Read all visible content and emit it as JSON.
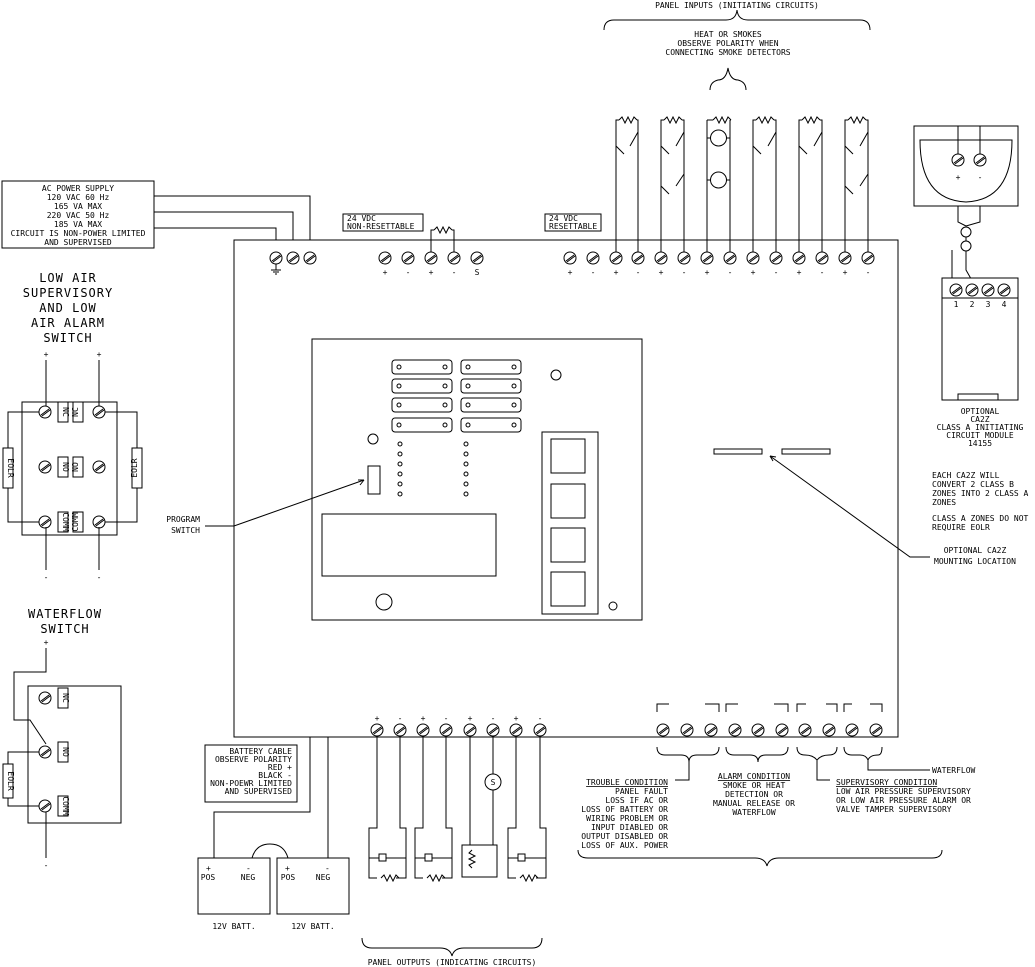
{
  "labels": {
    "panel_inputs": "PANEL INPUTS (INITIATING CIRCUITS)",
    "heat_smokes_1": "HEAT OR SMOKES",
    "heat_smokes_2": "OBSERVE POLARITY WHEN",
    "heat_smokes_3": "CONNECTING SMOKE DETECTORS",
    "ac_power": [
      "AC POWER SUPPLY",
      "120 VAC 60 Hz",
      "165 VA  MAX",
      "220 VAC 50 Hz",
      "185 VA  MAX",
      "CIRCUIT IS NON-POWER LIMITED",
      "AND SUPERVISED"
    ],
    "nonres_1": "24 VDC",
    "nonres_2": "NON-RESETTABLE",
    "res_1": "24 VDC",
    "res_2": "RESETTABLE",
    "low_air": [
      "LOW AIR",
      "SUPERVISORY",
      "AND LOW",
      "AIR ALARM",
      "SWITCH"
    ],
    "waterflow_switch": [
      "WATERFLOW",
      "SWITCH"
    ],
    "program_switch": [
      "PROGRAM",
      "SWITCH"
    ],
    "optional_ca2z_module": [
      "OPTIONAL",
      "CA2Z",
      "CLASS A INITIATING",
      "CIRCUIT MODULE",
      "14155"
    ],
    "ca2z_note": [
      "EACH CA2Z WILL",
      "CONVERT 2 CLASS B",
      "ZONES INTO 2 CLASS A",
      "ZONES"
    ],
    "class_a_note": [
      "CLASS A ZONES DO NOT",
      "REQUIRE EOLR"
    ],
    "optional_mount": [
      "OPTIONAL CA2Z",
      "MOUNTING LOCATION"
    ],
    "battery_cable": [
      "BATTERY CABLE",
      "OBSERVE POLARITY",
      "RED +",
      "BLACK -",
      "NON-POEWR LIMITED",
      "AND SUPERVISED"
    ],
    "trouble": [
      "TROUBLE CONDITION",
      "PANEL FAULT",
      "LOSS IF AC OR",
      "LOSS OF BATTERY OR",
      "WIRING PROBLEM OR",
      "INPUT DIABLED OR",
      "OUTPUT DISABLED OR",
      "LOSS OF AUX. POWER"
    ],
    "alarm": [
      "ALARM CONDITION",
      "SMOKE OR HEAT",
      "DETECTION OR",
      "MANUAL RELEASE OR",
      "WATERFLOW"
    ],
    "supervisory": [
      "SUPERVISORY CONDITION",
      "LOW AIR PRESSURE SUPERVISORY",
      "OR LOW AIR PRESSURE ALARM OR",
      "VALVE TAMPER SUPERVISORY"
    ],
    "waterflow_tag": "WATERFLOW",
    "batt1": "12V BATT.",
    "batt2": "12V BATT.",
    "pos": "POS",
    "neg": "NEG",
    "panel_outputs": "PANEL OUTPUTS (INDICATING CIRCUITS)",
    "eolr": "EOLR",
    "nc": "NC",
    "no": "NO",
    "comm": "COMM",
    "plus": "+",
    "minus": "-",
    "s": "S"
  },
  "terminal_signs": {
    "nonres": [
      "+",
      "-",
      "+",
      "-",
      "S"
    ],
    "inputs": [
      "+",
      "-",
      "+",
      "-",
      "+",
      "-",
      "+",
      "-",
      "+",
      "-",
      "+",
      "-",
      "+",
      "-"
    ],
    "outputs": [
      "+",
      "-",
      "+",
      "-",
      "+",
      "-",
      "+",
      "-"
    ],
    "ca2z": [
      "1",
      "2",
      "3",
      "4"
    ]
  }
}
